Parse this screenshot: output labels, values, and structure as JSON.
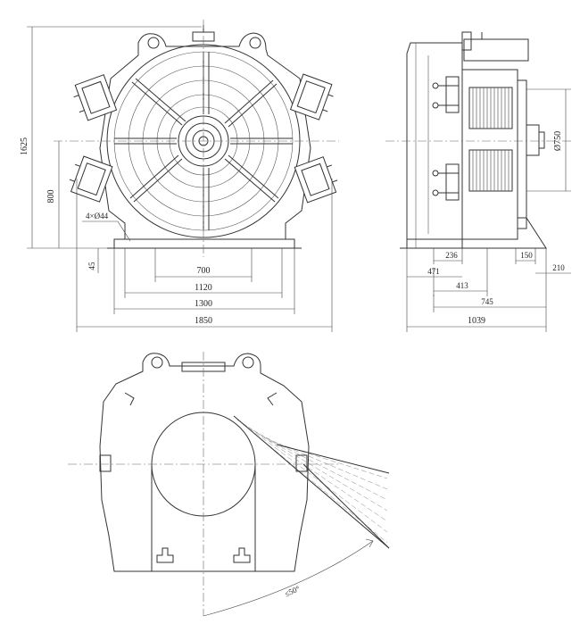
{
  "dimensions": {
    "front_height": "1625",
    "front_center_height": "800",
    "bolt_holes": "4×Ø44",
    "base_thickness": "45",
    "w700": "700",
    "w1120": "1120",
    "w1300": "1300",
    "w1850": "1850",
    "side_236": "236",
    "side_150": "150",
    "side_210": "210",
    "side_471": "471",
    "side_413": "413",
    "side_745": "745",
    "side_1039": "1039",
    "sheave_dia": "Ø750",
    "wrap_angle": "≤50°"
  },
  "colors": {
    "line": "#333333",
    "background": "#ffffff"
  }
}
